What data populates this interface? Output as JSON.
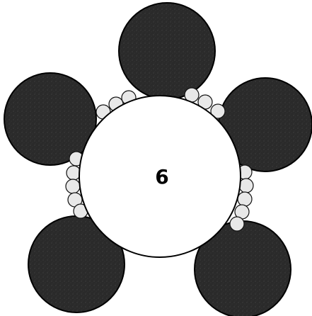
{
  "diagram": {
    "center_label": "6",
    "outer_disk_count": 5,
    "bead_groups": [
      3,
      3,
      5,
      5
    ],
    "colors": {
      "background": "#ffffff",
      "center_fill": "#ffffff",
      "outer_disk_fill": "#2a2a2a",
      "bead_fill": "#e8e8e8",
      "outline": "#000000"
    }
  }
}
